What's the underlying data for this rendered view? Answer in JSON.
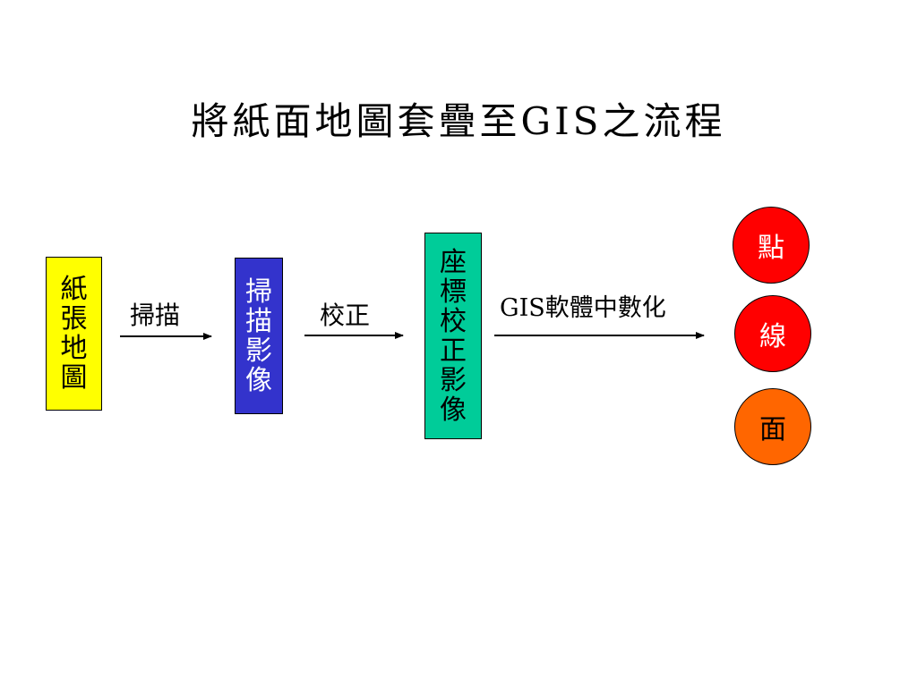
{
  "title": "將紙面地圖套疊至GIS之流程",
  "nodes": {
    "paper_map": {
      "chars": [
        "紙",
        "張",
        "地",
        "圖"
      ],
      "color": "#ffff00"
    },
    "scanned_image": {
      "chars": [
        "掃",
        "描",
        "影",
        "像"
      ],
      "color": "#3333cc"
    },
    "rectified_image": {
      "chars": [
        "座",
        "標",
        "校",
        "正",
        "影",
        "像"
      ],
      "color": "#00cc99"
    }
  },
  "edges": {
    "scan": "掃描",
    "rectify": "校正",
    "digitize": "GIS軟體中數化"
  },
  "outputs": {
    "point": {
      "label": "點",
      "color": "#ff0000"
    },
    "line": {
      "label": "線",
      "color": "#ff0000"
    },
    "area": {
      "label": "面",
      "color": "#ff6600"
    }
  }
}
